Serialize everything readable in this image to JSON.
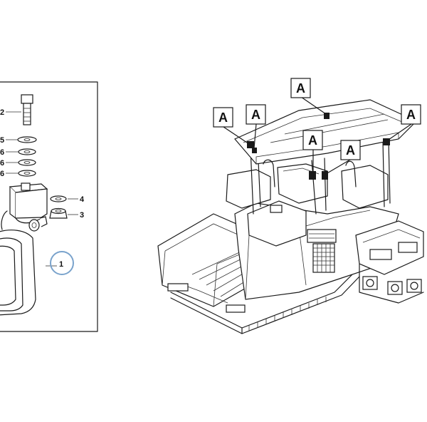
{
  "detail_panel": {
    "part_numbers": {
      "p1": "1",
      "p2": "2",
      "p3": "3",
      "p4": "4",
      "p5": "5",
      "p6a": "6",
      "p6b": "6",
      "p6c": "6"
    },
    "highlight_color": "#7aa3cc"
  },
  "machine_view": {
    "callouts": [
      "A",
      "A",
      "A",
      "A",
      "A",
      "A"
    ]
  }
}
